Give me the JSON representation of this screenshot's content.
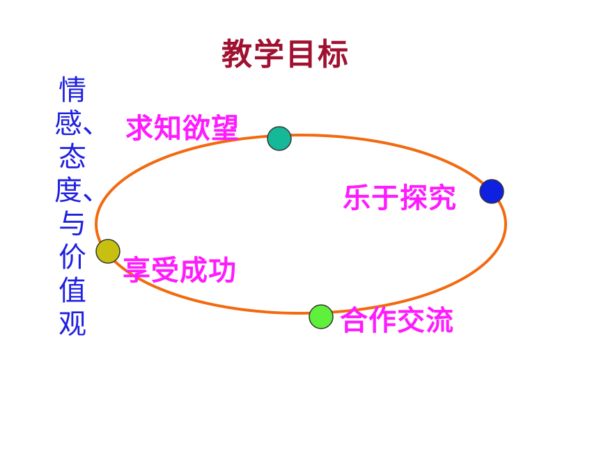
{
  "title": "教学目标",
  "side_label": "情感、态度、与价值观",
  "ellipse_color": "#f26a10",
  "goals": [
    {
      "label": "求知欲望",
      "dot_color": "#16b89a"
    },
    {
      "label": "乐于探究",
      "dot_color": "#1020e0"
    },
    {
      "label": "享受成功",
      "dot_color": "#c8c010"
    },
    {
      "label": "合作交流",
      "dot_color": "#5ef03a"
    }
  ]
}
